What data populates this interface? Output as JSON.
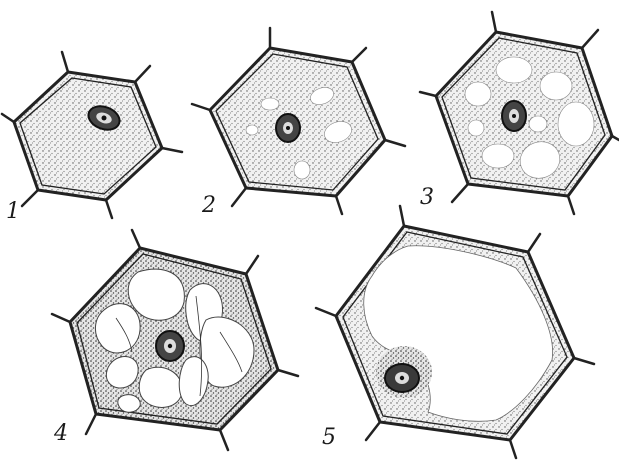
{
  "figure": {
    "cells": [
      {
        "label": "1"
      },
      {
        "label": "2"
      },
      {
        "label": "3"
      },
      {
        "label": "4"
      },
      {
        "label": "5"
      }
    ]
  }
}
